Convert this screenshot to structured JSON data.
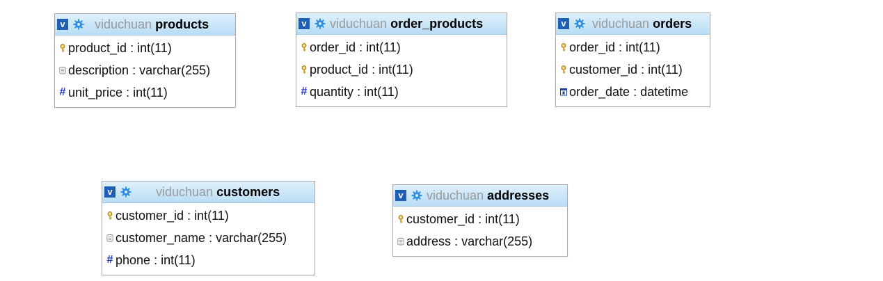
{
  "schema": "viduchuan",
  "tables": {
    "products": {
      "name": "products",
      "columns": [
        {
          "icon": "key-icon",
          "name": "product_id",
          "type": "int(11)"
        },
        {
          "icon": "text-column-icon",
          "name": "description",
          "type": "varchar(255)"
        },
        {
          "icon": "numeric-hash-icon",
          "name": "unit_price",
          "type": "int(11)"
        }
      ]
    },
    "order_products": {
      "name": "order_products",
      "columns": [
        {
          "icon": "key-icon",
          "name": "order_id",
          "type": "int(11)"
        },
        {
          "icon": "key-icon",
          "name": "product_id",
          "type": "int(11)"
        },
        {
          "icon": "numeric-hash-icon",
          "name": "quantity",
          "type": "int(11)"
        }
      ]
    },
    "orders": {
      "name": "orders",
      "columns": [
        {
          "icon": "key-icon",
          "name": "order_id",
          "type": "int(11)"
        },
        {
          "icon": "key-icon",
          "name": "customer_id",
          "type": "int(11)"
        },
        {
          "icon": "calendar-icon",
          "name": "order_date",
          "type": "datetime"
        }
      ]
    },
    "customers": {
      "name": "customers",
      "columns": [
        {
          "icon": "key-icon",
          "name": "customer_id",
          "type": "int(11)"
        },
        {
          "icon": "text-column-icon",
          "name": "customer_name",
          "type": "varchar(255)"
        },
        {
          "icon": "numeric-hash-icon",
          "name": "phone",
          "type": "int(11)"
        }
      ]
    },
    "addresses": {
      "name": "addresses",
      "columns": [
        {
          "icon": "key-icon",
          "name": "customer_id",
          "type": "int(11)"
        },
        {
          "icon": "text-column-icon",
          "name": "address",
          "type": "varchar(255)"
        }
      ]
    }
  },
  "colors": {
    "header_top": "#dff0fb",
    "header_bottom": "#b9ddf5",
    "v_badge": "#1c5fb4",
    "gear": "#2f8ee0",
    "schema_text": "#9a9a9a",
    "hash": "#1a33c9"
  },
  "labels": {
    "v_badge": "v",
    "separator": ":"
  }
}
